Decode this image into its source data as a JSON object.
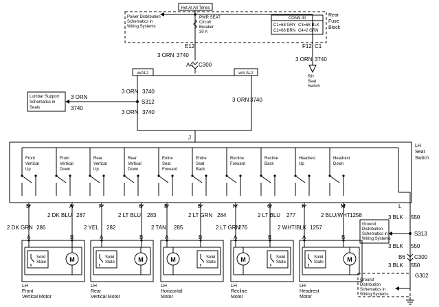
{
  "top": {
    "hot_label": "Hot At All Times",
    "power_dist_ref": [
      "Power Distribution",
      "Schematics in",
      "Wiring Systems"
    ],
    "breaker": [
      "PWR SEAT",
      "Circuit",
      "Breaker",
      "30 A"
    ],
    "conn_id": {
      "title": "CONN ID",
      "rows": [
        "C1=68 GRY",
        "C2=68 BRN",
        "C3=68 BLK",
        "C4=2 GRN"
      ]
    },
    "block_label": [
      "Rear",
      "Fuse",
      "Block"
    ],
    "e12": "E12",
    "c1": "C1",
    "f12": "F12"
  },
  "wires": {
    "w_top": "3 ORN",
    "w_top_num": "3740",
    "a4": "A4",
    "c300": "C300",
    "rh_wire": "3 ORN",
    "rh_wire_num": "3740",
    "rh_switch": [
      "RH",
      "Seat",
      "Switch"
    ],
    "opt_left": "w/AL2",
    "opt_right": "w/o AL2",
    "mid1": "3 ORN",
    "mid1_num": "3740",
    "mid2": "3 ORN",
    "mid2_num": "3740",
    "mid3": "3 ORN",
    "mid3_num": "3740",
    "lumbar_wire": "3 ORN",
    "lumbar_wire_num": "3740",
    "lumbar_ref": [
      "Lumbar Support",
      "Schematics in",
      "Seats"
    ],
    "s312": "S312",
    "j": "J"
  },
  "switch_block": {
    "label": [
      "LH",
      "Seat",
      "Switch"
    ],
    "switches": [
      [
        "Front",
        "Vertical",
        "Up"
      ],
      [
        "Front",
        "Vertical",
        "Down"
      ],
      [
        "Rear",
        "Vertical",
        "Up"
      ],
      [
        "Rear",
        "Vertical",
        "Down"
      ],
      [
        "Entire",
        "Seat",
        "Forward"
      ],
      [
        "Entire",
        "Seat",
        "Back"
      ],
      [
        "Recline",
        "Forward"
      ],
      [
        "Recline",
        "Back"
      ],
      [
        "Headrest",
        "Up"
      ],
      [
        "Headrest",
        "Down"
      ]
    ]
  },
  "pins": {
    "letters": [
      "D",
      "A",
      "F",
      "C",
      "E",
      "B",
      "H",
      "G",
      "K",
      "M",
      "L"
    ],
    "top_row": [
      {
        "color": "2 DK BLU",
        "num": "287"
      },
      {
        "color": "2 LT BLU",
        "num": "283"
      },
      {
        "color": "2 LT GRN",
        "num": "284"
      },
      {
        "color": "2 LT BLU",
        "num": "277"
      },
      {
        "color": "2 BLU/WHT",
        "num": "1258"
      },
      {
        "color": "3 BLK",
        "num": "550"
      }
    ],
    "bottom_row": [
      {
        "color": "2 DK GRN",
        "num": "286"
      },
      {
        "color": "2 YEL",
        "num": "282"
      },
      {
        "color": "2 TAN",
        "num": "285"
      },
      {
        "color": "2 LT GRN",
        "num": "276"
      },
      {
        "color": "2 WHT/BLK",
        "num": "1257"
      }
    ]
  },
  "ground": {
    "ground_dist_ref": [
      "Ground",
      "Distribution",
      "Schematics in",
      "Wiring Systems"
    ],
    "s313": "S313",
    "blk1": "3 BLK",
    "blk1_num": "550",
    "b6": "B6",
    "c300": "C300",
    "blk2": "3 BLK",
    "blk2_num": "550",
    "g302": "G302",
    "ground_dist_ref2": [
      "Ground",
      "Distribution",
      "Schematics in",
      "Wiring Systems"
    ]
  },
  "motors": {
    "pin_a": "A",
    "pin_b": "B",
    "solid_state": [
      "Solid",
      "State"
    ],
    "motor_symbol": "M",
    "labels": [
      [
        "LH",
        "Front",
        "Vertical Motor"
      ],
      [
        "LH",
        "Rear",
        "Vertical Motor"
      ],
      [
        "LH",
        "Horizontal",
        "Motor"
      ],
      [
        "LH",
        "Recline",
        "Motor"
      ],
      [
        "LH",
        "Headrest",
        "Motor"
      ]
    ]
  }
}
